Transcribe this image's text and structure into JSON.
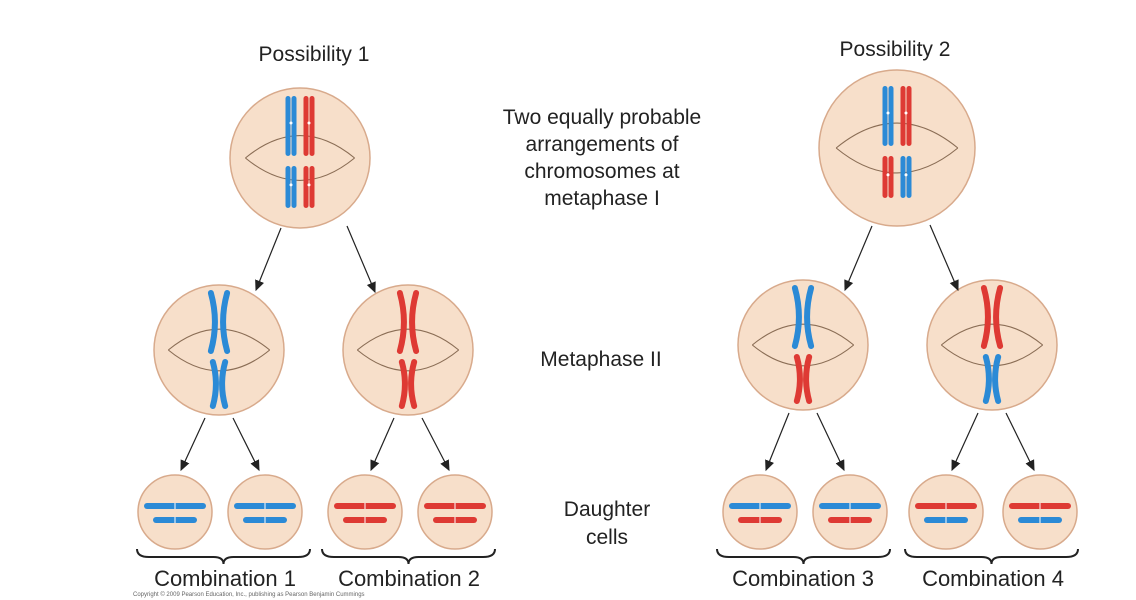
{
  "labels": {
    "possibility_1": "Possibility 1",
    "possibility_2": "Possibility 2",
    "metaphase_1_caption": [
      "Two equally probable",
      "arrangements of",
      "chromosomes at",
      "metaphase I"
    ],
    "metaphase_2": "Metaphase II",
    "daughter_cells": [
      "Daughter",
      "cells"
    ],
    "combinations": [
      "Combination 1",
      "Combination 2",
      "Combination 3",
      "Combination 4"
    ],
    "copyright": "Copyright © 2009 Pearson Education, Inc., publishing as Pearson Benjamin Cummings"
  },
  "colors": {
    "blue": "#2b8ad6",
    "red": "#de3a34",
    "cell_fill": "#f7dfca",
    "cell_stroke": "#d8aa8c",
    "spindle": "#8a6d55"
  },
  "possibilities": [
    {
      "top_pair": [
        "blue",
        "red"
      ],
      "bottom_pair": [
        "blue",
        "red"
      ]
    },
    {
      "top_pair": [
        "blue",
        "red"
      ],
      "bottom_pair": [
        "red",
        "blue"
      ]
    }
  ],
  "combinations_chromosomes": [
    {
      "large": "blue",
      "small": "blue"
    },
    {
      "large": "red",
      "small": "red"
    },
    {
      "large": "blue",
      "small": "red"
    },
    {
      "large": "red",
      "small": "blue"
    }
  ]
}
